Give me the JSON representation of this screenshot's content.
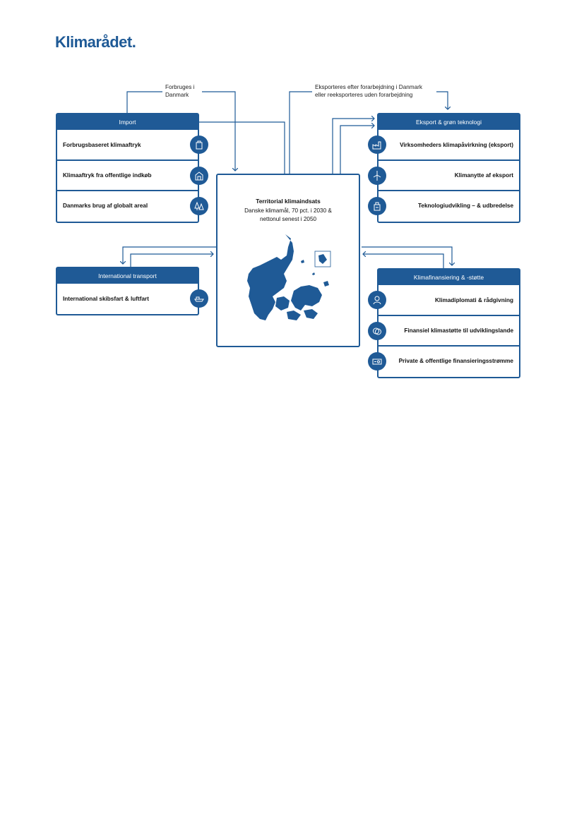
{
  "logo": "Klimarådet.",
  "colors": {
    "brand": "#1f5a96",
    "border": "#1f5a96",
    "text": "#111111"
  },
  "notes": {
    "consumed": [
      "Forbruges i",
      "Danmark"
    ],
    "exported": [
      "Eksporteres efter forarbejdning i Danmark",
      "eller reeksporteres uden forarbejdning"
    ]
  },
  "center": {
    "title": "Territorial klimaindsats",
    "sub1": "Danske klimamål, 70 pct. i 2030 &",
    "sub2": "nettonul senest i 2050"
  },
  "import": {
    "title": "Import",
    "rows": [
      {
        "label": "Forbrugsbaseret klimaaftryk",
        "icon": "shopping-bag-icon"
      },
      {
        "label": "Klimaaftryk fra offentlige indkøb",
        "icon": "building-icon"
      },
      {
        "label": "Danmarks brug af globalt areal",
        "icon": "trees-icon"
      }
    ]
  },
  "transport": {
    "title": "International transport",
    "rows": [
      {
        "label": "International skibsfart & luftfart",
        "icon": "ship-icon"
      }
    ]
  },
  "export": {
    "title": "Eksport & grøn teknologi",
    "rows": [
      {
        "label": "Virksomheders klimapåvirkning (eksport)",
        "icon": "factory-icon"
      },
      {
        "label": "Klimanytte af eksport",
        "icon": "wind-turbine-icon"
      },
      {
        "label": "Teknologiudvikling – & udbredelse",
        "icon": "technology-icon"
      }
    ]
  },
  "finance": {
    "title": "Klimafinansiering & -støtte",
    "rows": [
      {
        "label": "Klimadiplomati & rådgivning",
        "icon": "person-icon"
      },
      {
        "label": "Finansiel klimastøtte til udviklingslande",
        "icon": "coins-icon"
      },
      {
        "label": "Private & offentlige finansieringsstrømme",
        "icon": "banknote-icon"
      }
    ]
  }
}
